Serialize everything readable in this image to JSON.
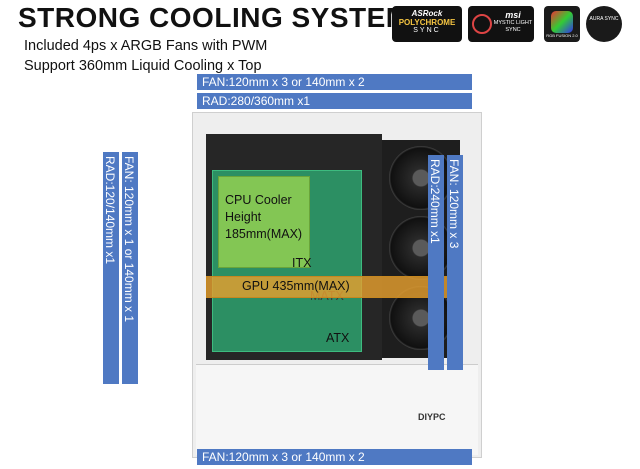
{
  "header": {
    "title": "STRONG COOLING SYSTEM",
    "line1": "Included 4ps x  ARGB Fans with PWM",
    "line2": "Support 360mm Liquid Cooling x Top"
  },
  "logos": {
    "asrock_brand": "ASRock",
    "asrock_name": "POLYCHROME",
    "asrock_sync": "SYNC",
    "msi_brand": "msi",
    "msi_name": "MYSTIC LIGHT SYNC",
    "gigabyte_name": "RGB FUSION 2.0",
    "asus_name": "AURA SYNC"
  },
  "labels": {
    "top_fan": "FAN:120mm x 3 or 140mm x 2",
    "top_rad": "RAD:280/360mm x1",
    "left_fan": "FAN: 120mm x 1 or 140mm x 1",
    "left_rad": "RAD:120/140mm x1",
    "right_fan": "FAN: 120mm x 3",
    "right_rad": "RAD:240mm x1",
    "bottom_fan": "FAN:120mm x 3 or 140mm x 2",
    "cpu_cooler": "CPU Cooler Height 185mm(MAX)",
    "gpu": "GPU 435mm(MAX)",
    "itx": "ITX",
    "matx": "MATX",
    "atx": "ATX",
    "case_brand": "DIYPC"
  },
  "colors": {
    "band_blue": "#4f79c3",
    "cpu_zone": "#8fcf52",
    "gpu_zone": "#e59f2e",
    "board_green": "#2c8f63"
  }
}
